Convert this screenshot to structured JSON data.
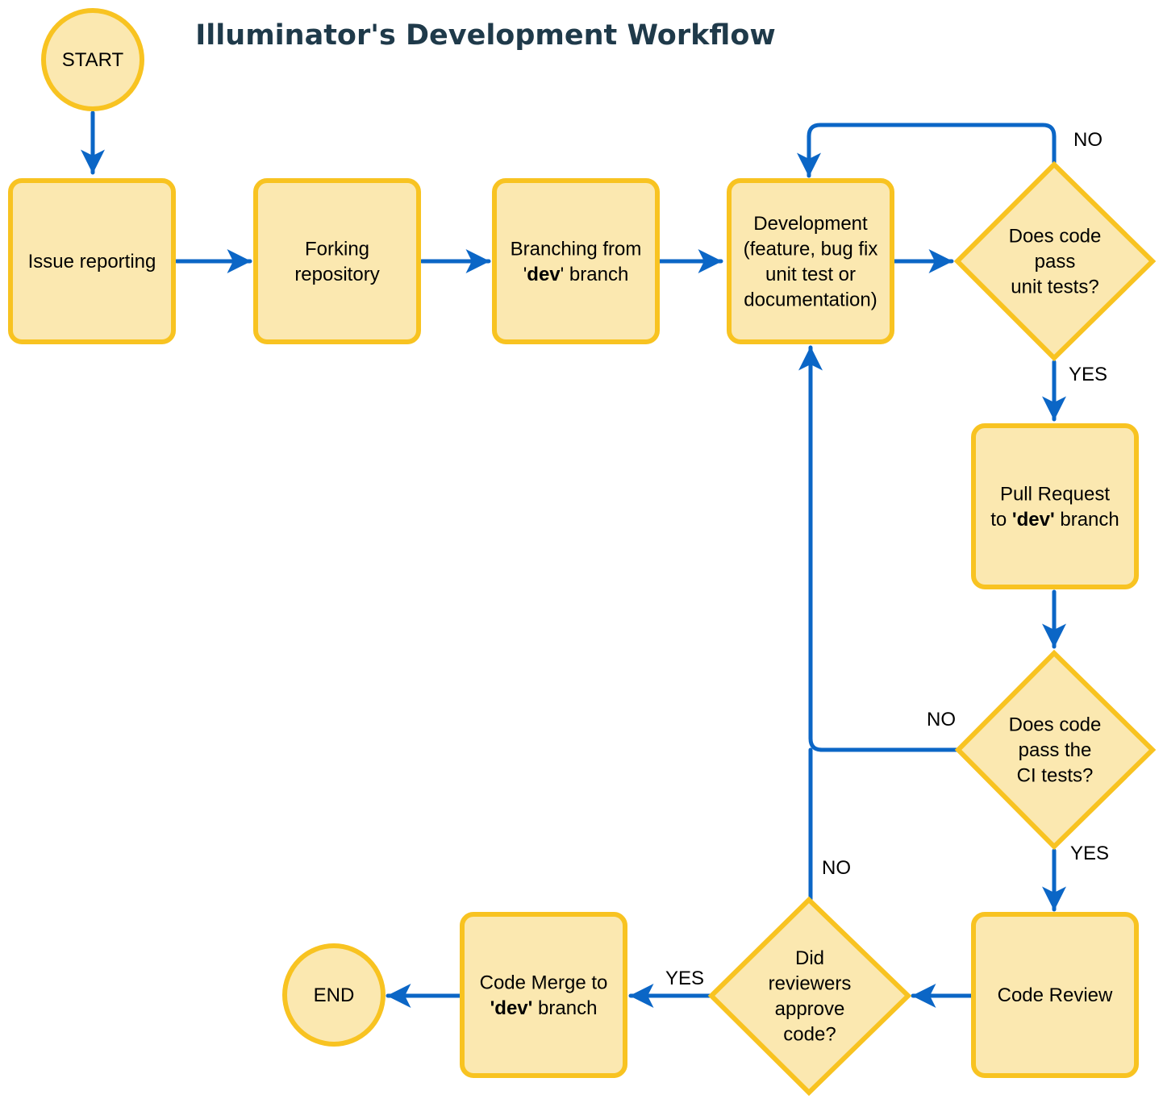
{
  "title": "Illuminator's Development Workflow",
  "colors": {
    "node_fill": "#fbe8b0",
    "node_border": "#f8c321",
    "arrow": "#0b66c6",
    "title": "#1f3a4a"
  },
  "nodes": {
    "start": {
      "lines": [
        "START"
      ]
    },
    "issue": {
      "lines": [
        "Issue reporting"
      ]
    },
    "fork": {
      "lines": [
        "Forking",
        "repository"
      ]
    },
    "branch": {
      "lines": [
        "Branching from",
        "'|dev|' branch"
      ]
    },
    "dev": {
      "lines": [
        "Development",
        "(feature, bug fix",
        "unit test or",
        "documentation)"
      ]
    },
    "unit": {
      "lines": [
        "Does code",
        "pass",
        "unit tests?"
      ]
    },
    "pr": {
      "lines": [
        "Pull Request",
        "to |'dev'| branch"
      ]
    },
    "ci": {
      "lines": [
        "Does code",
        "pass the",
        "CI tests?"
      ]
    },
    "review": {
      "lines": [
        "Code Review"
      ]
    },
    "approve": {
      "lines": [
        "Did",
        "reviewers",
        "approve",
        "code?"
      ]
    },
    "merge": {
      "lines": [
        "Code Merge to",
        "|'dev'| branch"
      ]
    },
    "end": {
      "lines": [
        "END"
      ]
    }
  },
  "edge_labels": {
    "unit_no": "NO",
    "unit_yes": "YES",
    "ci_no": "NO",
    "ci_yes": "YES",
    "approve_no": "NO",
    "approve_yes": "YES"
  }
}
